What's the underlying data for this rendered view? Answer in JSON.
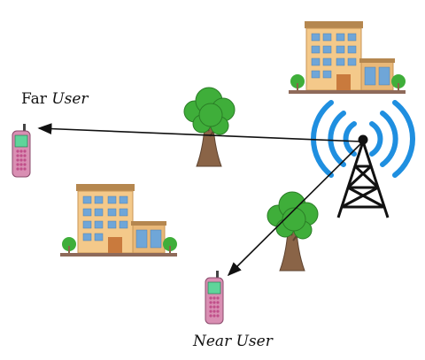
{
  "labels": {
    "far_user_prefix": "Far",
    "far_user_suffix": "User",
    "near_user": "Near User"
  },
  "colors": {
    "signal_waves": "#1f8fe0",
    "tower": "#111111",
    "arrows": "#111111",
    "phone_body": "#d98fb3",
    "phone_screen": "#5fd49a",
    "tree_foliage": "#3fae3a",
    "tree_trunk": "#8a6447",
    "building_wall": "#f4c98a",
    "building_window": "#6fa6d8",
    "building_roof": "#b5874f",
    "ground": "#8e6a5a"
  },
  "icons": [
    "cell-tower-icon",
    "signal-wave-icon",
    "tree-icon",
    "building-icon",
    "mobile-phone-icon"
  ]
}
